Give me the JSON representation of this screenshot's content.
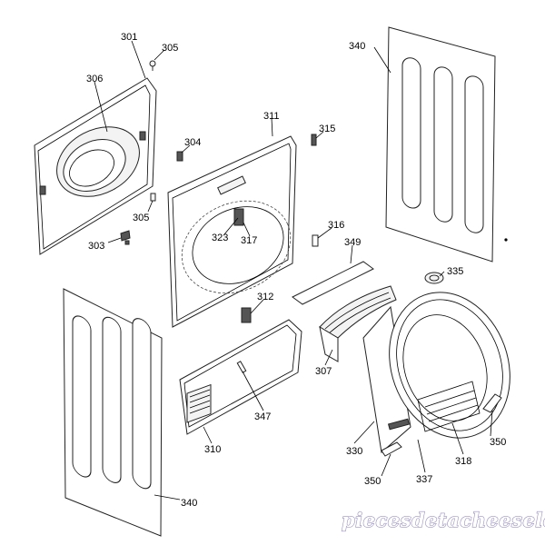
{
  "labels": [
    {
      "id": "l301",
      "text": "301"
    },
    {
      "id": "l305a",
      "text": "305"
    },
    {
      "id": "l306",
      "text": "306"
    },
    {
      "id": "l304",
      "text": "304"
    },
    {
      "id": "l311",
      "text": "311"
    },
    {
      "id": "l315",
      "text": "315"
    },
    {
      "id": "l340a",
      "text": "340"
    },
    {
      "id": "l305b",
      "text": "305"
    },
    {
      "id": "l303",
      "text": "303"
    },
    {
      "id": "l323",
      "text": "323"
    },
    {
      "id": "l317",
      "text": "317"
    },
    {
      "id": "l316",
      "text": "316"
    },
    {
      "id": "l349",
      "text": "349"
    },
    {
      "id": "l335",
      "text": "335"
    },
    {
      "id": "l312",
      "text": "312"
    },
    {
      "id": "l307",
      "text": "307"
    },
    {
      "id": "l347",
      "text": "347"
    },
    {
      "id": "l310",
      "text": "310"
    },
    {
      "id": "l330",
      "text": "330"
    },
    {
      "id": "l318",
      "text": "318"
    },
    {
      "id": "l350a",
      "text": "350"
    },
    {
      "id": "l350b",
      "text": "350"
    },
    {
      "id": "l337",
      "text": "337"
    },
    {
      "id": "l340b",
      "text": "340"
    }
  ],
  "watermark": "piecesdetacheeselec.com"
}
